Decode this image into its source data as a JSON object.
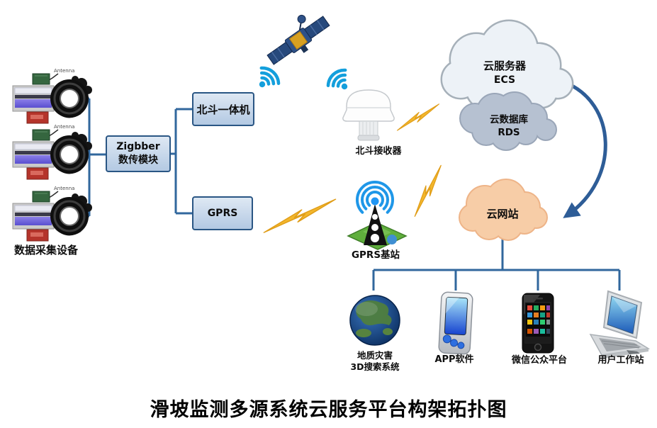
{
  "title": "滑坡监测多源系统云服务平台构架拓扑图",
  "sensor_group": {
    "label": "数据采集设备",
    "antenna_label": "Antenna",
    "device_count": 3
  },
  "nodes": {
    "zigbee": {
      "line1": "Zigbber",
      "line2": "数传模块"
    },
    "beidou_unit": {
      "label": "北斗一体机"
    },
    "gprs": {
      "label": "GPRS"
    },
    "beidou_receiver": {
      "label": "北斗接收器"
    },
    "ecs_cloud": {
      "line1": "云服务器",
      "line2": "ECS"
    },
    "rds_cloud": {
      "line1": "云数据库",
      "line2": "RDS"
    },
    "web_cloud": {
      "label": "云网站"
    },
    "gprs_station": {
      "label": "GPRS基站"
    }
  },
  "terminals": [
    {
      "name": "geo-3d-search-system",
      "line1": "地质灾害",
      "line2": "3D搜索系统"
    },
    {
      "name": "app-software",
      "line1": "APP软件",
      "line2": ""
    },
    {
      "name": "wechat-public-platform",
      "line1": "微信公众平台",
      "line2": ""
    },
    {
      "name": "user-workstation",
      "line1": "用户工作站",
      "line2": ""
    }
  ],
  "icons": {
    "sensor-device-icon": "data logger with coil sensor and antenna",
    "satellite-icon": "BeiDou satellite",
    "wifi-signal-icon": "radio signal arcs",
    "beidou-receiver-icon": "GNSS dome receiver",
    "lightning-icon": "wireless link lightning bolt",
    "cloud-ecs-icon": "cloud server ECS",
    "cloud-rds-icon": "cloud database RDS",
    "cloud-web-icon": "cloud website",
    "gprs-tower-icon": "GPRS base station tower on map",
    "globe-icon": "3D earth globe",
    "pda-icon": "handheld APP device",
    "iphone-icon": "smartphone",
    "laptop-icon": "notebook workstation"
  },
  "colors": {
    "connector_line": "#31679d",
    "box_border": "#2a5684",
    "box_fill_top": "#dfe9f4",
    "box_fill_bottom": "#b2c8e2",
    "wifi_blue": "#149fdc",
    "lightning_gold": "#f2b62c",
    "ecs_cloud_fill": "#edf2f7",
    "rds_cloud_fill": "#b6c1d1",
    "web_cloud_fill": "#f7cda7",
    "arrow_blue": "#2e5d97"
  }
}
